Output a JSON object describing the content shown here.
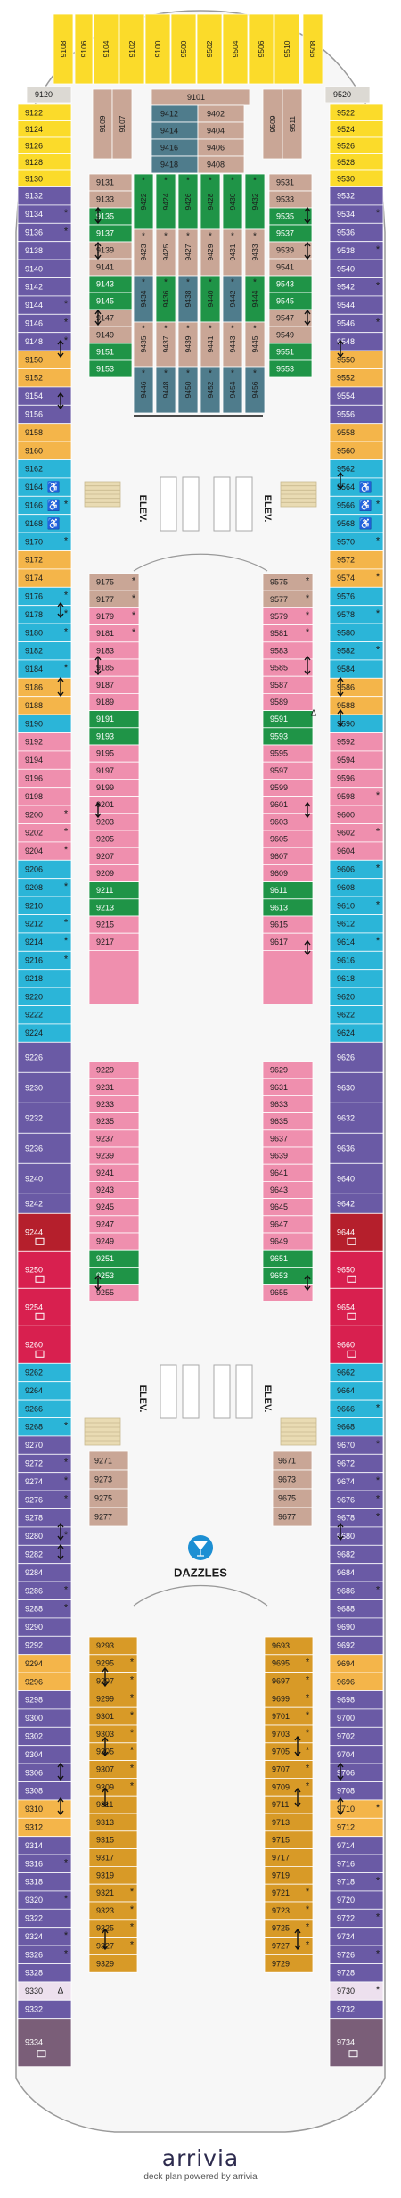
{
  "colors": {
    "yellow": "#fbdb2a",
    "grey": "#dcd9d3",
    "tan": "#c9a696",
    "teal": "#4f7c8c",
    "green": "#1f9447",
    "blue": "#2bb5d8",
    "purple": "#6a5aa5",
    "gold": "#d89a27",
    "pink": "#ef8fae",
    "red": "#d8204f",
    "darkred": "#b51f2c",
    "mauve": "#7a5e78",
    "lavender": "#ede0ee",
    "orange": "#f4b54a",
    "dark": "#53526a"
  },
  "markers": {
    "star": "*",
    "triangle": "Δ",
    "access": "♿"
  },
  "deck": {
    "elev_label": "ELEV.",
    "venue_label": "DAZZLES",
    "left_ids": [
      "9120",
      "9122",
      "9124",
      "9126",
      "9128",
      "9130",
      "9132",
      "9134",
      "9136",
      "9138",
      "9140",
      "9142",
      "9144",
      "9146",
      "9148",
      "9150",
      "9152",
      "9154",
      "9156",
      "9158",
      "9160",
      "9162",
      "9164",
      "9166",
      "9168",
      "9170",
      "9172",
      "9174",
      "9176",
      "9178",
      "9180",
      "9182",
      "9184",
      "9186",
      "9188",
      "9190",
      "9192",
      "9194",
      "9196",
      "9198",
      "9200",
      "9202",
      "9204",
      "9206",
      "9208",
      "9210",
      "9212",
      "9214",
      "9216",
      "9218",
      "9220",
      "9222",
      "9224",
      "9226",
      "9230",
      "9232",
      "9236",
      "9240",
      "9242",
      "9244",
      "9250",
      "9254",
      "9260",
      "9262",
      "9264",
      "9266",
      "9268",
      "9270",
      "9272",
      "9274",
      "9276",
      "9278",
      "9280",
      "9282",
      "9284",
      "9286",
      "9288",
      "9290",
      "9292",
      "9294",
      "9296",
      "9298",
      "9300",
      "9302",
      "9304",
      "9306",
      "9308",
      "9310",
      "9312",
      "9314",
      "9316",
      "9318",
      "9320",
      "9322",
      "9324",
      "9326",
      "9328",
      "9330",
      "9332",
      "9334"
    ],
    "right_ids": [
      "9520",
      "9522",
      "9524",
      "9526",
      "9528",
      "9530",
      "9532",
      "9534",
      "9536",
      "9538",
      "9540",
      "9542",
      "9544",
      "9546",
      "9548",
      "9550",
      "9552",
      "9554",
      "9556",
      "9558",
      "9560",
      "9562",
      "9564",
      "9566",
      "9568",
      "9570",
      "9572",
      "9574",
      "9576",
      "9578",
      "9580",
      "9582",
      "9584",
      "9586",
      "9588",
      "9590",
      "9592",
      "9594",
      "9596",
      "9598",
      "9600",
      "9602",
      "9604",
      "9606",
      "9608",
      "9610",
      "9612",
      "9614",
      "9616",
      "9618",
      "9620",
      "9622",
      "9624",
      "9626",
      "9630",
      "9632",
      "9636",
      "9640",
      "9642",
      "9644",
      "9650",
      "9654",
      "9660",
      "9662",
      "9664",
      "9666",
      "9668",
      "9670",
      "9672",
      "9674",
      "9676",
      "9678",
      "9680",
      "9682",
      "9684",
      "9686",
      "9688",
      "9690",
      "9692",
      "9694",
      "9696",
      "9698",
      "9700",
      "9702",
      "9704",
      "9706",
      "9708",
      "9710",
      "9712",
      "9714",
      "9716",
      "9718",
      "9720",
      "9722",
      "9724",
      "9726",
      "9728",
      "9730",
      "9732",
      "9734"
    ],
    "top_ids": [
      "9104",
      "9102",
      "9100",
      "9500",
      "9502",
      "9504",
      "9506",
      "9510"
    ],
    "top_side_ids": [
      "9108",
      "9106",
      "9508"
    ],
    "upper_middle": [
      "9101",
      "9412",
      "9402",
      "9414",
      "9404",
      "9416",
      "9406",
      "9418",
      "9408",
      "9109",
      "9107",
      "9509",
      "9511"
    ],
    "bow_left_ids": [
      "9131",
      "9133",
      "9135",
      "9137",
      "9139",
      "9141",
      "9143",
      "9145",
      "9147",
      "9149",
      "9151",
      "9153"
    ],
    "bow_right_ids": [
      "9531",
      "9533",
      "9535",
      "9537",
      "9539",
      "9541",
      "9543",
      "9545",
      "9547",
      "9549",
      "9551",
      "9553"
    ],
    "bow_center_ids": [
      "9422",
      "9424",
      "9426",
      "9428",
      "9430",
      "9432",
      "9423",
      "9425",
      "9427",
      "9429",
      "9431",
      "9433",
      "9434",
      "9436",
      "9438",
      "9440",
      "9442",
      "9444",
      "9435",
      "9437",
      "9439",
      "9441",
      "9443",
      "9445",
      "9446",
      "9448",
      "9450",
      "9452",
      "9454",
      "9456"
    ],
    "mid_left_ids": [
      "9175",
      "9177",
      "9179",
      "9181",
      "9183",
      "9185",
      "9187",
      "9189",
      "9191",
      "9193",
      "9195",
      "9197",
      "9199",
      "9201",
      "9203",
      "9205",
      "9207",
      "9209",
      "9211",
      "9213",
      "9215",
      "9217",
      "9229",
      "9231",
      "9233",
      "9235",
      "9237",
      "9239",
      "9241",
      "9243",
      "9245",
      "9247",
      "9249",
      "9251",
      "9253",
      "9255"
    ],
    "mid_right_ids": [
      "9575",
      "9577",
      "9579",
      "9581",
      "9583",
      "9585",
      "9587",
      "9589",
      "9591",
      "9593",
      "9595",
      "9597",
      "9599",
      "9601",
      "9603",
      "9605",
      "9607",
      "9609",
      "9611",
      "9613",
      "9615",
      "9617",
      "9629",
      "9631",
      "9633",
      "9635",
      "9637",
      "9639",
      "9641",
      "9643",
      "9645",
      "9647",
      "9649",
      "9651",
      "9653",
      "9655"
    ],
    "aft_small_ids": [
      "9271",
      "9273",
      "9275",
      "9277",
      "9671",
      "9673",
      "9675",
      "9677"
    ],
    "aft_left_ids": [
      "9293",
      "9295",
      "9297",
      "9299",
      "9301",
      "9303",
      "9305",
      "9307",
      "9309",
      "9311",
      "9313",
      "9315",
      "9317",
      "9319",
      "9321",
      "9323",
      "9325",
      "9327",
      "9329"
    ],
    "aft_right_ids": [
      "9693",
      "9695",
      "9697",
      "9699",
      "9701",
      "9703",
      "9705",
      "9707",
      "9709",
      "9711",
      "9713",
      "9715",
      "9717",
      "9719",
      "9721",
      "9723",
      "9725",
      "9727",
      "9729"
    ]
  },
  "footer": {
    "brand": "arrivia",
    "tagline": "deck plan powered by arrivia"
  }
}
